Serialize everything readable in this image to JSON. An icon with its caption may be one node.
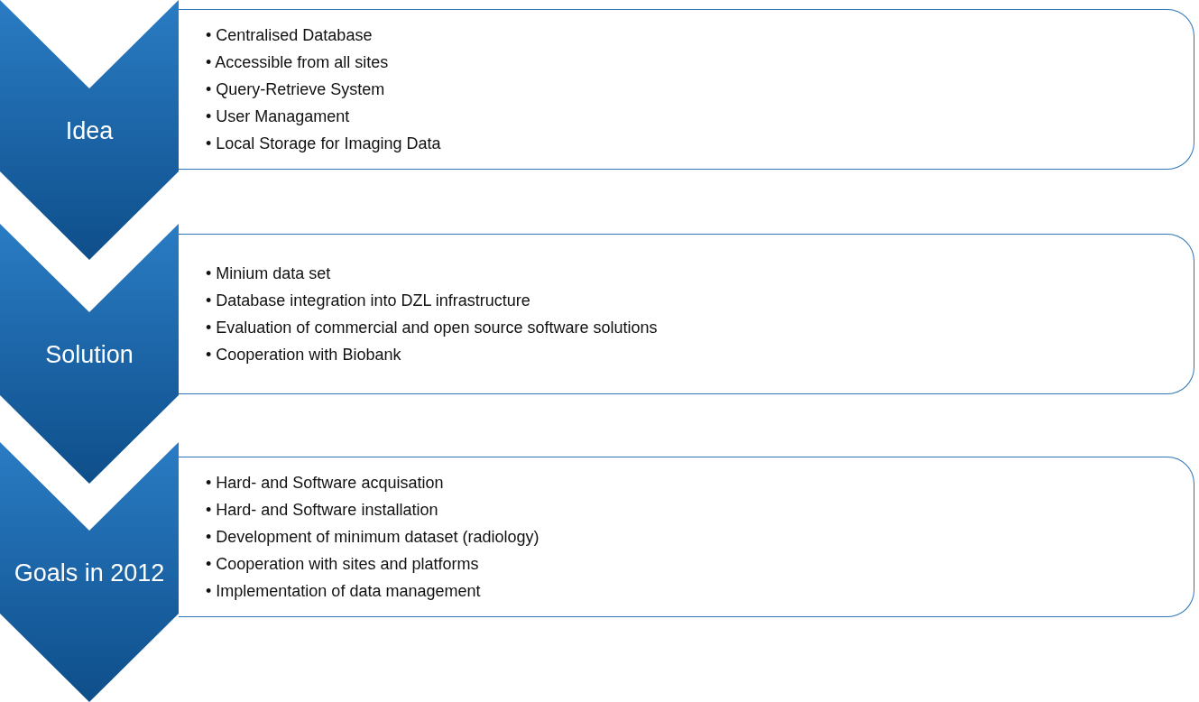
{
  "diagram": {
    "nodes": [
      {
        "text": [
          "Idea"
        ]
      },
      {
        "text": [
          "• Centralised Database",
          "• Accessible from all sites",
          "• Query-Retrieve System",
          "• User Managament",
          "• Local Storage for Imaging Data"
        ]
      },
      {
        "text": [
          "Solution"
        ]
      },
      {
        "text": [
          "• Minium data set",
          "• Database integration into DZL infrastructure",
          "• Evaluation of commercial and open source software solutions",
          "• Cooperation with Biobank"
        ]
      },
      {
        "text": [
          "Goals in 2012"
        ]
      },
      {
        "text": [
          "• Hard- and Software acquisation",
          "• Hard- and Software installation",
          "• Development of minimum dataset (radiology)",
          "• Cooperation with sites and platforms",
          "• Implementation of data management"
        ]
      }
    ]
  }
}
